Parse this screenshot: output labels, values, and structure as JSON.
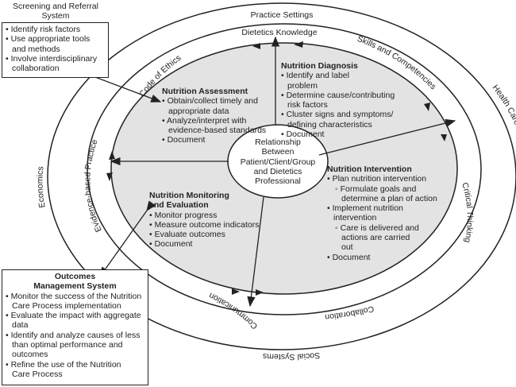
{
  "screening": {
    "title": "Screening and Referral System",
    "items": [
      "Identify risk factors",
      "Use appropriate tools and methods",
      "Involve interdisciplinary collaboration"
    ]
  },
  "outcomes": {
    "title_line1": "Outcomes",
    "title_line2": "Management System",
    "items": [
      "Monitor the success of the Nutrition Care Process implementation",
      "Evaluate the impact with aggregate data",
      "Identify and analyze causes of less than optimal performance and outcomes",
      "Refine the use of the Nutrition Care Process"
    ]
  },
  "rings": {
    "outer": [
      "Practice Settings",
      "Health Care Systems",
      "Social Systems",
      "Economics"
    ],
    "middle": [
      "Dietetics Knowledge",
      "Skills and Competencies",
      "Critical Thinking",
      "Collaboration",
      "Communication",
      "Evidence-based Practice",
      "Code of Ethics"
    ]
  },
  "center": [
    "Relationship",
    "Between",
    "Patient/Client/Group",
    "and Dietetics",
    "Professional"
  ],
  "assessment": {
    "title": "Nutrition Assessment",
    "items": [
      "Obtain/collect timely and appropriate data",
      "Analyze/interpret with evidence-based standards",
      "Document"
    ]
  },
  "diagnosis": {
    "title": "Nutrition Diagnosis",
    "items": [
      "Identify and label problem",
      "Determine cause/contributing risk factors",
      "Cluster signs and symptoms/ defining characteristics",
      "Document"
    ]
  },
  "intervention": {
    "title": "Nutrition Intervention",
    "items": [
      "Plan nutrition intervention",
      "Formulate goals and determine a plan of action",
      "Implement nutrition intervention",
      "Care is delivered and actions are carried out",
      "Document"
    ]
  },
  "monitoring": {
    "title_line1": "Nutrition Monitoring",
    "title_line2": "and Evaluation",
    "items": [
      "Monitor progress",
      "Measure outcome indicators",
      "Evaluate outcomes",
      "Document"
    ]
  },
  "colors": {
    "inner_fill": "#e3e3e3",
    "line": "#222222"
  }
}
